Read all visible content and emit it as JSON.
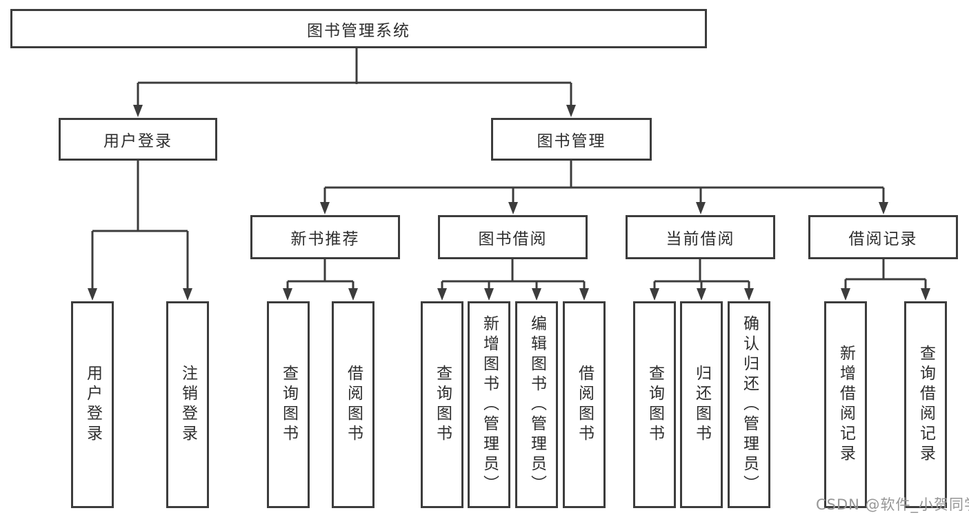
{
  "diagram": {
    "root": {
      "label": "图书管理系统"
    },
    "level2": [
      {
        "id": "user-login",
        "label": "用户登录"
      },
      {
        "id": "book-management",
        "label": "图书管理"
      }
    ],
    "level3": [
      {
        "id": "new-book-recommend",
        "label": "新书推荐"
      },
      {
        "id": "book-borrow",
        "label": "图书借阅"
      },
      {
        "id": "current-borrow",
        "label": "当前借阅"
      },
      {
        "id": "borrow-records",
        "label": "借阅记录"
      }
    ],
    "leaves": [
      {
        "group": "user-login",
        "label": "用户登录"
      },
      {
        "group": "user-login",
        "label": "注销登录"
      },
      {
        "group": "new-book-recommend",
        "label": "查询图书"
      },
      {
        "group": "new-book-recommend",
        "label": "借阅图书"
      },
      {
        "group": "book-borrow",
        "label": "查询图书"
      },
      {
        "group": "book-borrow",
        "label": "新增图书（管理员）"
      },
      {
        "group": "book-borrow",
        "label": "编辑图书（管理员）"
      },
      {
        "group": "book-borrow",
        "label": "借阅图书"
      },
      {
        "group": "current-borrow",
        "label": "查询图书"
      },
      {
        "group": "current-borrow",
        "label": "归还图书"
      },
      {
        "group": "current-borrow",
        "label": "确认归还（管理员）"
      },
      {
        "group": "borrow-records",
        "label": "新增借阅记录"
      },
      {
        "group": "borrow-records",
        "label": "查询借阅记录"
      }
    ]
  },
  "watermark": {
    "text": "CSDN @软件_小贺同学",
    "color": "#969696"
  },
  "colors": {
    "background": "#ffffff",
    "line": "#3c3c3c",
    "box_border": "#3c3c3c",
    "text": "#2e2e2e"
  }
}
